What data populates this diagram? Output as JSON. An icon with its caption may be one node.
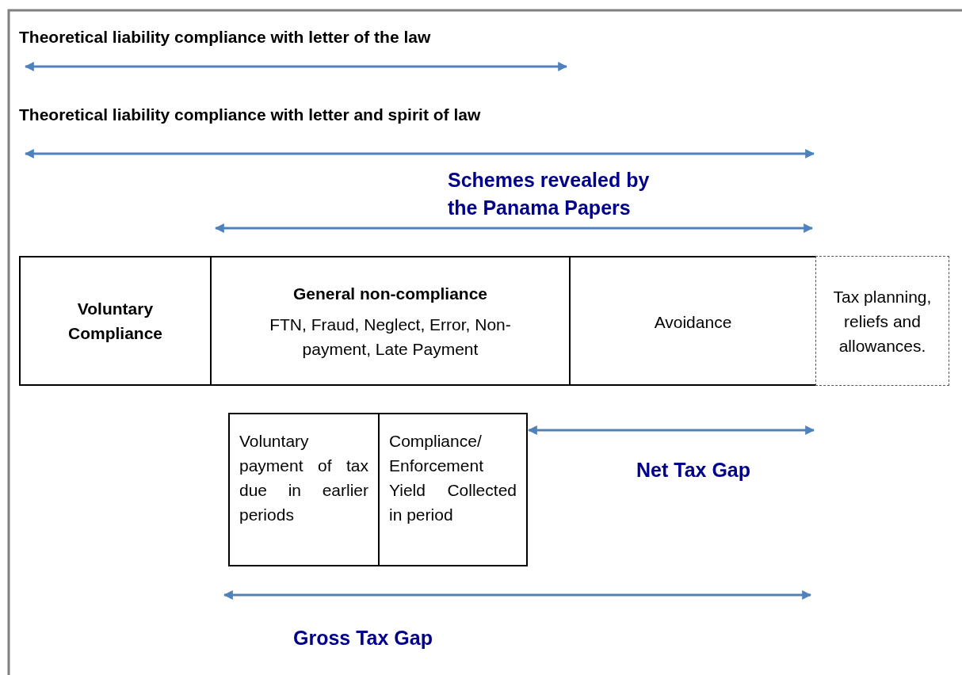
{
  "diagram": {
    "nodes": [
      {
        "text": [
          "Voluntary Compliance"
        ]
      },
      {
        "text": [
          "General non-compliance",
          "FTN, Fraud, Neglect, Error, Non-payment, Late Payment"
        ]
      },
      {
        "text": [
          "Avoidance"
        ]
      },
      {
        "text": [
          "Tax planning, reliefs and allowances."
        ]
      },
      {
        "text": [
          "Voluntary payment of tax due in earlier periods"
        ]
      },
      {
        "text": [
          "Compliance/ Enforcement Yield Collected in period"
        ]
      }
    ],
    "labels": [
      "Theoretical liability compliance with letter of the law",
      "Theoretical liability compliance with letter and spirit of law",
      "Schemes revealed by the Panama Papers",
      "Net Tax Gap",
      "Gross Tax Gap"
    ]
  }
}
